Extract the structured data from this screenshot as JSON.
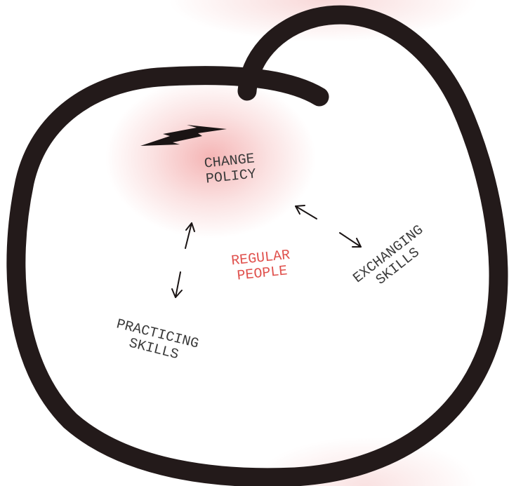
{
  "colors": {
    "loop": "#231a1a",
    "text": "#3a3a3a",
    "accent": "#e0524e",
    "glow": "#ec7878"
  },
  "icons": [
    "lightning-icon",
    "bidirectional-arrow-icon"
  ],
  "nodes": {
    "change_policy": {
      "line1": "CHANGE",
      "line2": "POLICY"
    },
    "regular_people": {
      "line1": "REGULAR",
      "line2": "PEOPLE"
    },
    "exchanging_skills": {
      "line1": "EXCHANGING",
      "line2": "SKILLS"
    },
    "practicing_skills": {
      "line1": "PRACTICING",
      "line2": "SKILLS"
    }
  }
}
